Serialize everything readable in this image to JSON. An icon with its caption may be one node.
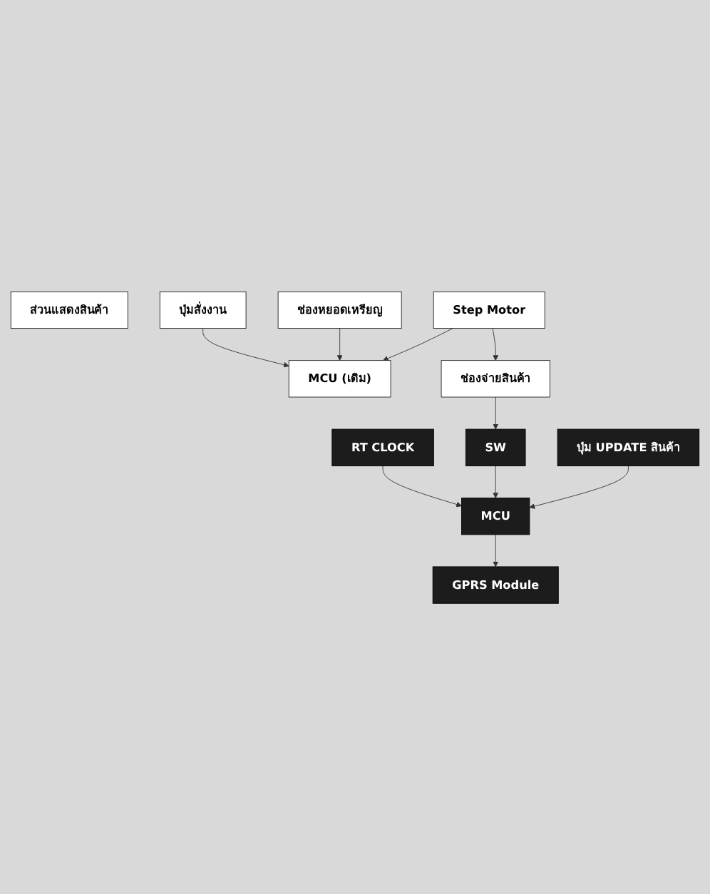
{
  "diagram": {
    "nodes": [
      {
        "text": [
          "ส่วนแสดงสินค้า"
        ]
      },
      {
        "text": [
          "GPRS Module"
        ]
      },
      {
        "text": [
          "RT CLOCK"
        ]
      },
      {
        "text": [
          "ปุ่มสั่งงาน"
        ]
      },
      {
        "text": [
          "MCU"
        ]
      },
      {
        "text": [
          "ช่องหยอดเหรียญ"
        ]
      },
      {
        "text": [
          "MCU (เดิม)"
        ]
      },
      {
        "text": [
          "SW"
        ]
      },
      {
        "text": [
          "ช่องจ่ายสินค้า"
        ]
      },
      {
        "text": [
          "Step Motor"
        ]
      },
      {
        "text": [
          "ปุ่ม UPDATE สินค้า"
        ]
      }
    ],
    "edges": [
      {
        "from": 4,
        "to": 1,
        "arrow": "to"
      },
      {
        "from": 2,
        "to": 4,
        "arrow": "to"
      },
      {
        "from": 3,
        "to": 6,
        "arrow": "to"
      },
      {
        "from": 5,
        "to": 6,
        "arrow": "to"
      },
      {
        "from": 7,
        "to": 4,
        "arrow": "to"
      },
      {
        "from": 9,
        "to": 6,
        "arrow": "to"
      },
      {
        "from": 9,
        "to": 8,
        "arrow": "to"
      },
      {
        "from": 10,
        "to": 4,
        "arrow": "to"
      },
      {
        "from": 8,
        "to": 7,
        "arrow": "to"
      }
    ]
  }
}
